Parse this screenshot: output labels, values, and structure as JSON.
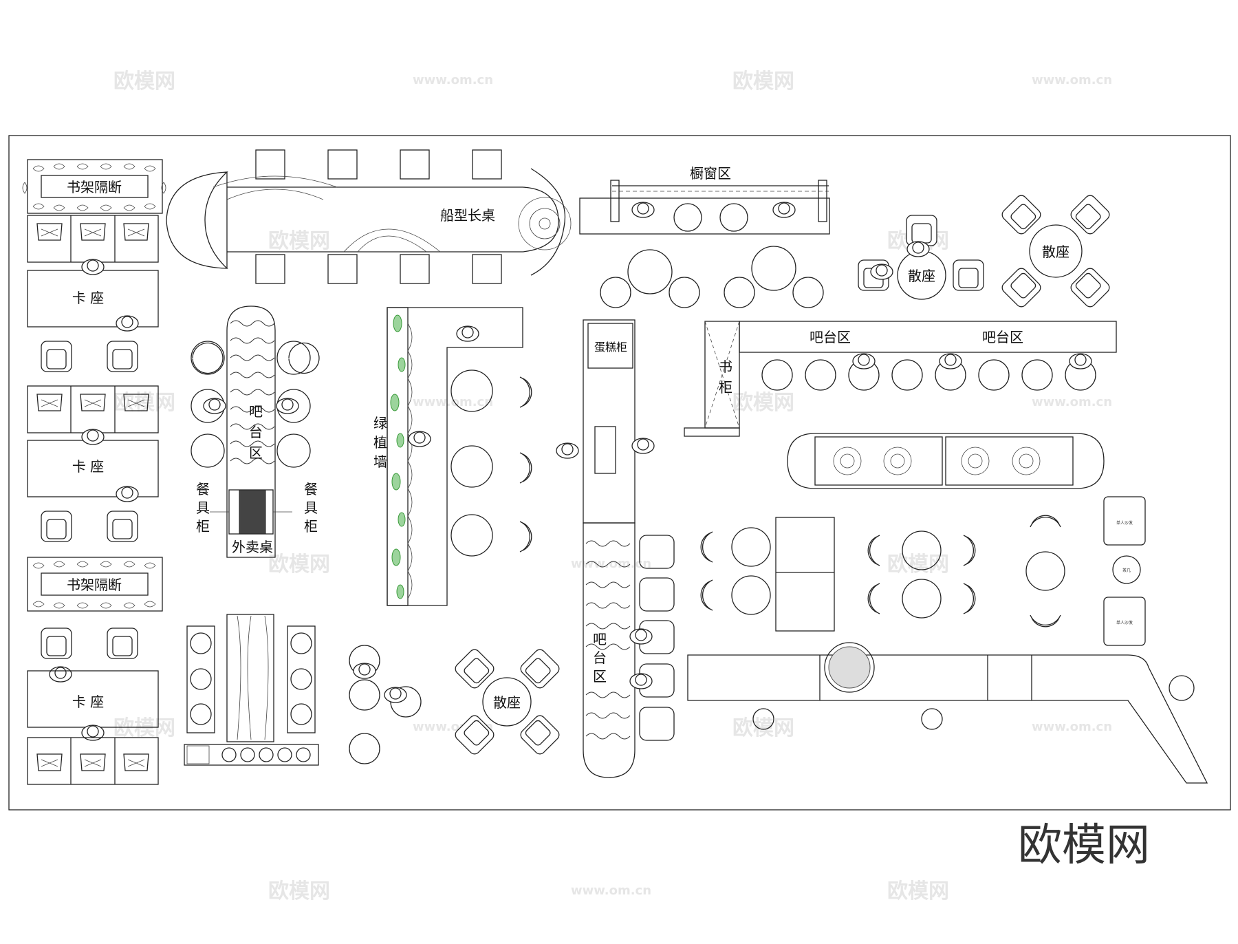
{
  "labels": {
    "bookshelf_1": "书架隔断",
    "bookshelf_2": "书架隔断",
    "booth_1": "卡 座",
    "booth_2": "卡 座",
    "booth_3": "卡 座",
    "boat_table": "船型长桌",
    "window_area": "橱窗区",
    "casual_1": "散座",
    "casual_2": "散座",
    "casual_3": "散座",
    "bar_area_1": "吧台区",
    "bar_area_2": "吧台区",
    "bar_left_1": "吧",
    "bar_left_2": "台",
    "bar_left_3": "区",
    "bar_center_1": "吧",
    "bar_center_2": "台",
    "bar_center_3": "区",
    "cabinet_l_1": "餐",
    "cabinet_l_2": "具",
    "cabinet_l_3": "柜",
    "cabinet_r_1": "餐",
    "cabinet_r_2": "具",
    "cabinet_r_3": "柜",
    "takeout_desk": "外卖桌",
    "green_wall_1": "绿",
    "green_wall_2": "植",
    "green_wall_3": "墙",
    "cake_cabinet": "蛋糕柜",
    "book_cabinet_1": "书",
    "book_cabinet_2": "柜",
    "tiny_chair_1": "单人沙发",
    "tiny_chair_2": "单人沙发",
    "tiny_table": "茶几"
  },
  "brand": {
    "logo_text": "欧模网",
    "watermark_text": "欧模网",
    "watermark_url": "www.om.cn"
  },
  "colors": {
    "line": "#222222",
    "plant": "#3a9a3a",
    "watermark": "#e6e6e6"
  }
}
